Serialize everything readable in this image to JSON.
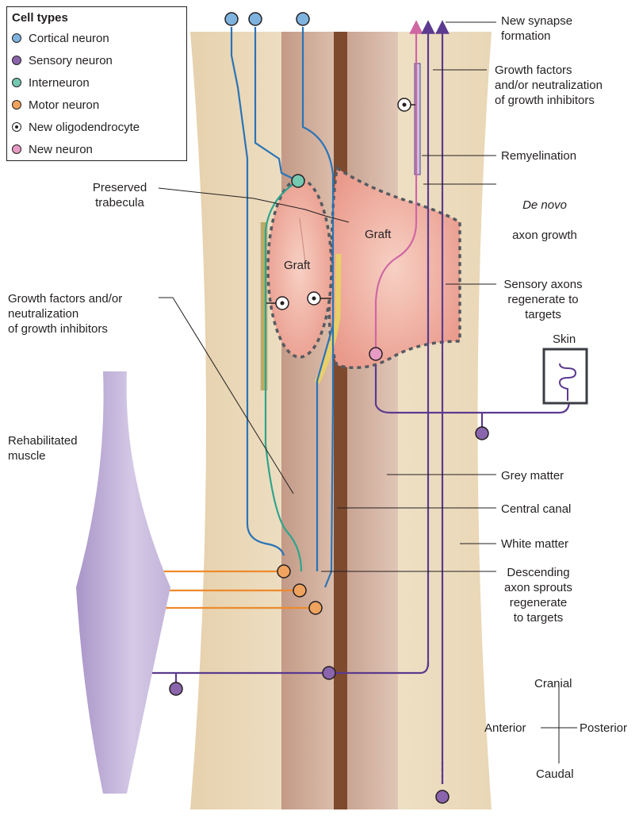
{
  "colors": {
    "cortical": "#7fb3df",
    "sensory": "#8a64ad",
    "interneuron": "#74c9b0",
    "motor": "#f0a35e",
    "oligodendrocyte": "#ffffff",
    "new_neuron": "#e79ac4",
    "axon_blue": "#2a74b6",
    "axon_purple": "#5b3a8f",
    "axon_teal": "#2ea58c",
    "axon_orange": "#ee8a2c",
    "axon_pink": "#cf67a3",
    "white_matter": "#ecdcbf",
    "grey_matter": "#caa28f",
    "central_canal": "#7e4a2e",
    "graft": "#f0b0a2",
    "muscle": "#c2b3d8"
  },
  "legend": {
    "title": "Cell types",
    "items": [
      {
        "label": "Cortical neuron",
        "color": "#7fb3df",
        "icon": "dot"
      },
      {
        "label": "Sensory neuron",
        "color": "#8a64ad",
        "icon": "dot"
      },
      {
        "label": "Interneuron",
        "color": "#74c9b0",
        "icon": "dot"
      },
      {
        "label": "Motor neuron",
        "color": "#f0a35e",
        "icon": "dot"
      },
      {
        "label": "New oligodendrocyte",
        "color": "#ffffff",
        "icon": "oligodendrocyte-dot"
      },
      {
        "label": "New neuron",
        "color": "#e79ac4",
        "icon": "dot"
      }
    ]
  },
  "labels": {
    "new_synapse": "New synapse\nformation",
    "growth_factors_right": "Growth factors\nand/or neutralization\nof growth inhibitors",
    "remyelination": "Remyelination",
    "de_novo_italic": "De novo",
    "de_novo_rest": "axon growth",
    "sensory_axons": "Sensory axons\nregenerate to\ntargets",
    "skin": "Skin",
    "grey_matter": "Grey matter",
    "central_canal": "Central canal",
    "white_matter": "White matter",
    "descending": "Descending\naxon sprouts\nregenerate\nto targets",
    "preserved_trabecula": "Preserved\ntrabecula",
    "growth_factors_left": "Growth factors and/or\nneutralization\nof growth inhibitors",
    "rehabilitated_muscle": "Rehabilitated\nmuscle",
    "graft_left": "Graft",
    "graft_right": "Graft",
    "cranial": "Cranial",
    "caudal": "Caudal",
    "anterior": "Anterior",
    "posterior": "Posterior"
  }
}
